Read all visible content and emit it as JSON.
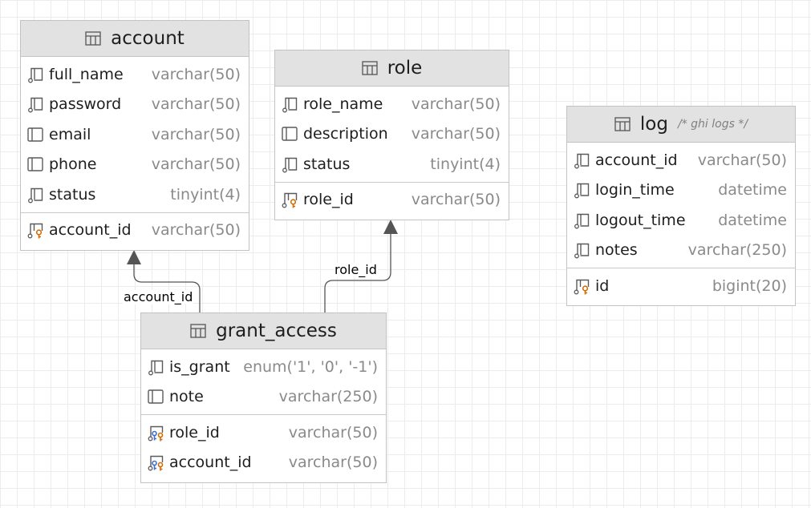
{
  "tables": {
    "account": {
      "title": "account",
      "columns": [
        {
          "name": "full_name",
          "type": "varchar(50)",
          "icon": "nullable-column-icon"
        },
        {
          "name": "password",
          "type": "varchar(50)",
          "icon": "nullable-column-icon"
        },
        {
          "name": "email",
          "type": "varchar(50)",
          "icon": "not-null-column-icon"
        },
        {
          "name": "phone",
          "type": "varchar(50)",
          "icon": "not-null-column-icon"
        },
        {
          "name": "status",
          "type": "tinyint(4)",
          "icon": "nullable-column-icon"
        }
      ],
      "keys": [
        {
          "name": "account_id",
          "type": "varchar(50)",
          "icon": "primary-key-icon"
        }
      ]
    },
    "role": {
      "title": "role",
      "columns": [
        {
          "name": "role_name",
          "type": "varchar(50)",
          "icon": "nullable-column-icon"
        },
        {
          "name": "description",
          "type": "varchar(50)",
          "icon": "not-null-column-icon"
        },
        {
          "name": "status",
          "type": "tinyint(4)",
          "icon": "nullable-column-icon"
        }
      ],
      "keys": [
        {
          "name": "role_id",
          "type": "varchar(50)",
          "icon": "primary-key-icon"
        }
      ]
    },
    "log": {
      "title": "log",
      "comment": "/* ghi logs */",
      "columns": [
        {
          "name": "account_id",
          "type": "varchar(50)",
          "icon": "nullable-column-icon"
        },
        {
          "name": "login_time",
          "type": "datetime",
          "icon": "nullable-column-icon"
        },
        {
          "name": "logout_time",
          "type": "datetime",
          "icon": "nullable-column-icon"
        },
        {
          "name": "notes",
          "type": "varchar(250)",
          "icon": "nullable-column-icon"
        }
      ],
      "keys": [
        {
          "name": "id",
          "type": "bigint(20)",
          "icon": "primary-key-icon"
        }
      ]
    },
    "grant_access": {
      "title": "grant_access",
      "columns": [
        {
          "name": "is_grant",
          "type": "enum('1', '0', '-1')",
          "icon": "nullable-column-icon"
        },
        {
          "name": "note",
          "type": "varchar(250)",
          "icon": "not-null-column-icon"
        }
      ],
      "keys": [
        {
          "name": "role_id",
          "type": "varchar(50)",
          "icon": "primary-foreign-key-icon"
        },
        {
          "name": "account_id",
          "type": "varchar(50)",
          "icon": "primary-foreign-key-icon"
        }
      ]
    }
  },
  "relations": [
    {
      "label": "account_id",
      "from": "grant_access",
      "to": "account"
    },
    {
      "label": "role_id",
      "from": "grant_access",
      "to": "role"
    }
  ],
  "colors": {
    "primary_key": "#d46a00",
    "foreign_key": "#3b6fd1",
    "column_icon": "#5a5a5a",
    "connector": "#555555"
  }
}
